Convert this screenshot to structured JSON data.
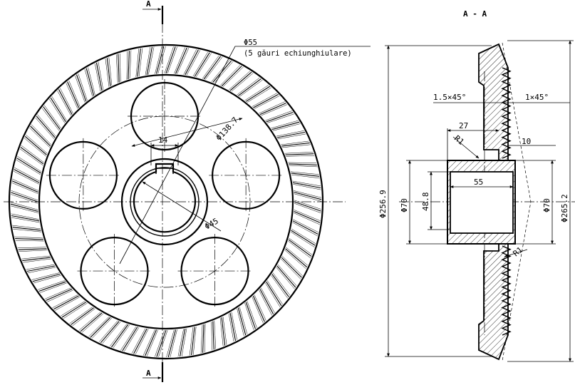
{
  "section_label_top": "A",
  "section_label_bottom": "A",
  "section_view_title": "A - A",
  "front_view": {
    "hole_note_line1": "Φ55",
    "hole_note_line2": "(5 găuri echiunghiulare)",
    "keyway_width": "14",
    "bolt_circle_dia": "Φ138.7",
    "bore_dia": "Φ45"
  },
  "section_view": {
    "chamfer_left": "1.5×45°",
    "chamfer_right": "1×45°",
    "dim_27": "27",
    "radius_upper": "R1",
    "dim_10": "10",
    "hub_length": "55",
    "outer_dia_left": "Φ256.9",
    "hub_dia_left": "Φ70",
    "bore_dim": "48.8",
    "hub_dia_right": "Φ70",
    "outer_dia_right": "Φ265.2",
    "radius_lower": "R1"
  }
}
